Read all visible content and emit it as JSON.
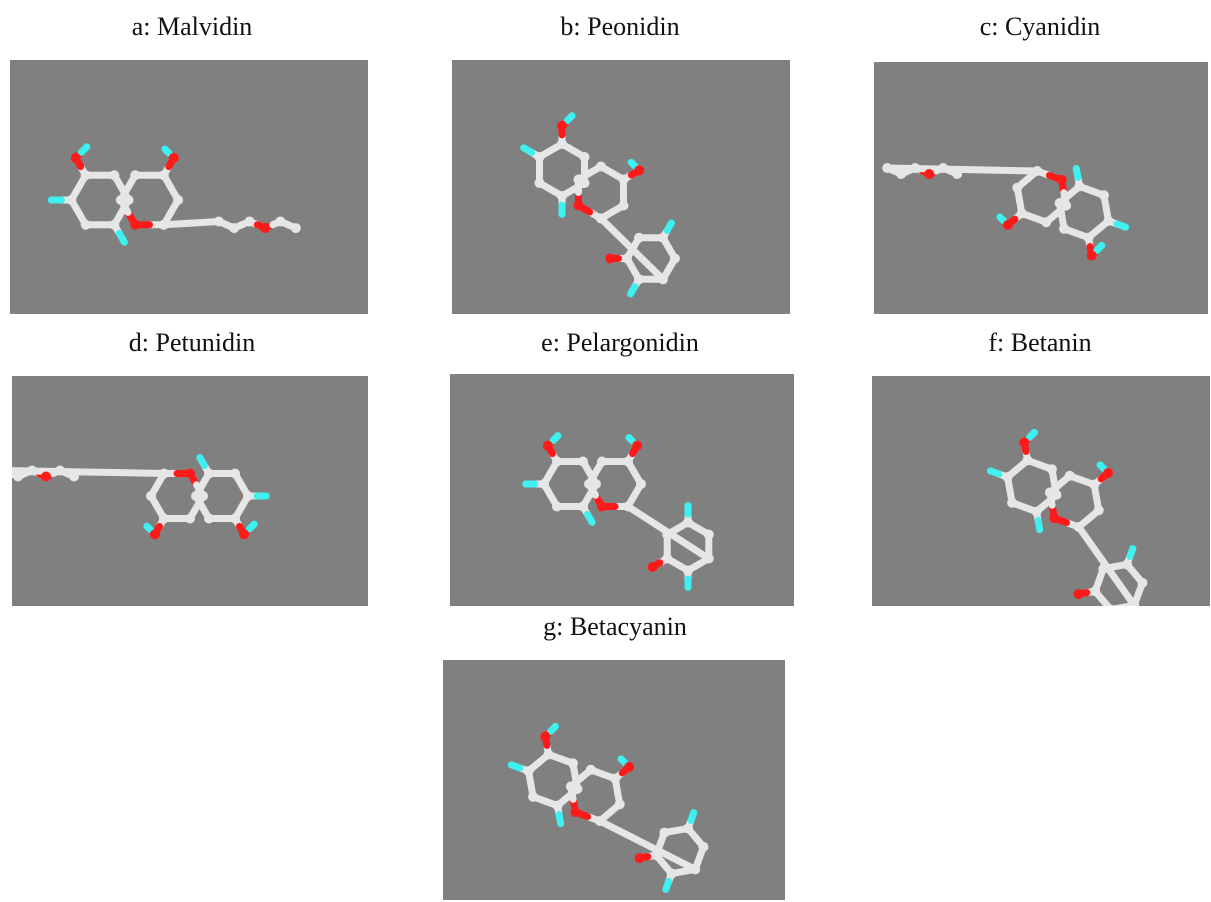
{
  "figure": {
    "panels": [
      {
        "id": "a",
        "label": "a: Malvidin"
      },
      {
        "id": "b",
        "label": "b: Peonidin"
      },
      {
        "id": "c",
        "label": "c: Cyanidin"
      },
      {
        "id": "d",
        "label": "d: Petunidin"
      },
      {
        "id": "e",
        "label": "e: Pelargonidin"
      },
      {
        "id": "f",
        "label": "f: Betanin"
      },
      {
        "id": "g",
        "label": "g: Betacyanin"
      }
    ]
  },
  "colors": {
    "panel_background": "#808080",
    "carbon": "#e6e6e6",
    "oxygen": "#ff1a1a",
    "hydrogen": "#3ff0f0",
    "nitrogen": "#3333ff"
  }
}
